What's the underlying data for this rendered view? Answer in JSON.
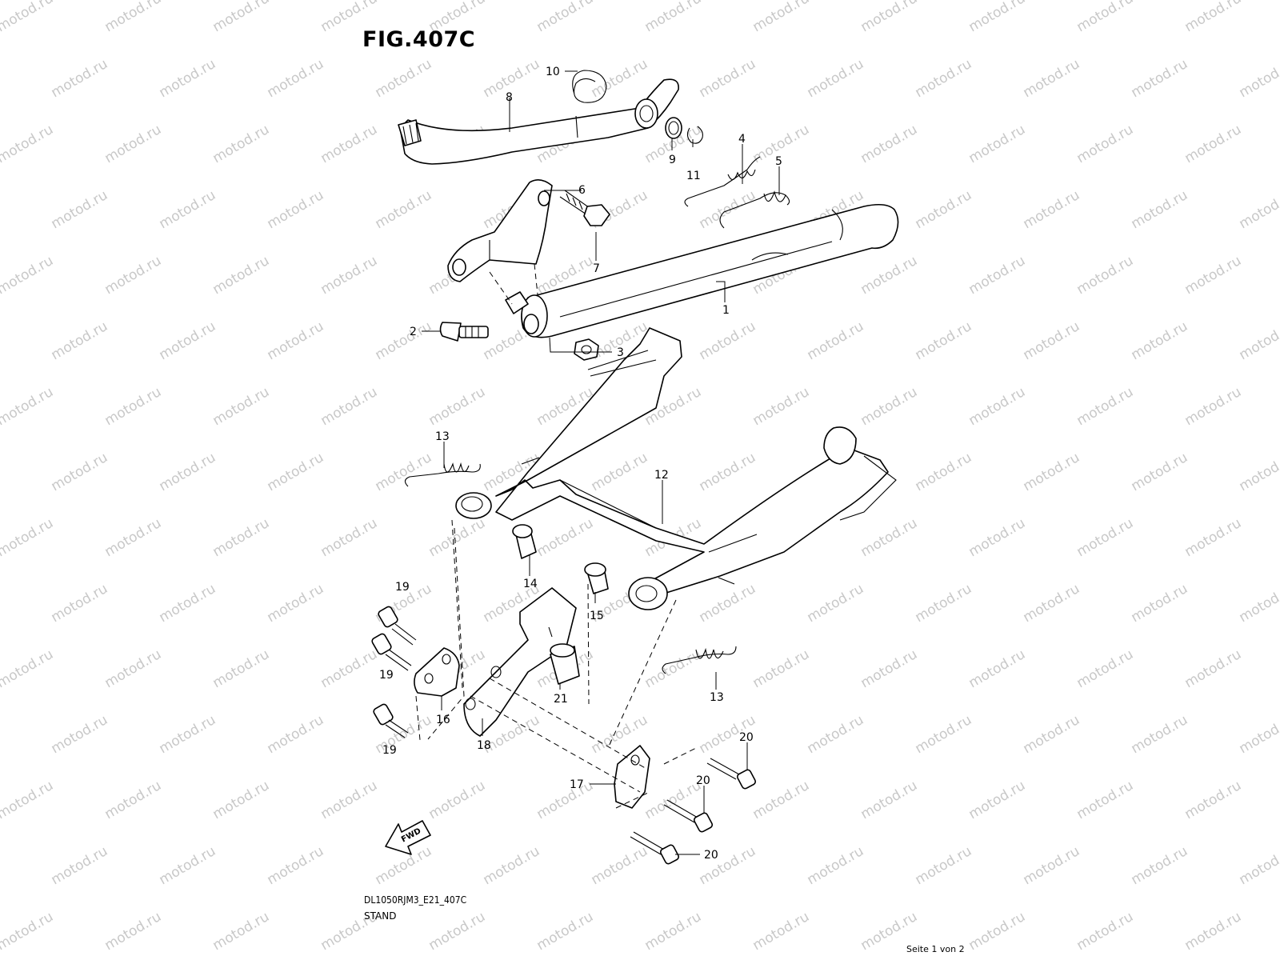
{
  "figure": {
    "title": "FIG.407C",
    "code": "DL1050RJM3_E21_407C",
    "name": "STAND",
    "page": "Seite 1 von 2",
    "watermark": "motod.ru",
    "fwd_label": "FWD"
  },
  "callouts": [
    "1",
    "2",
    "3",
    "4",
    "5",
    "6",
    "7",
    "8",
    "9",
    "10",
    "11",
    "12",
    "13",
    "13",
    "14",
    "15",
    "16",
    "17",
    "18",
    "19",
    "19",
    "19",
    "20",
    "20",
    "20",
    "21"
  ]
}
